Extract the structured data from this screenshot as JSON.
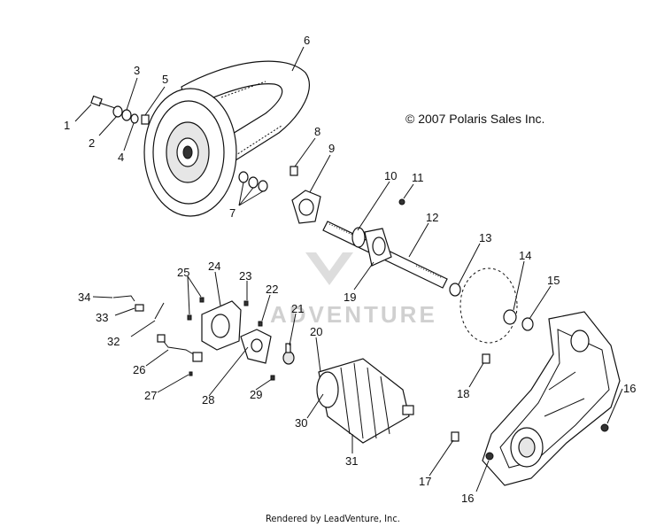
{
  "copyright": "© 2007 Polaris Sales Inc.",
  "footer": "Rendered by LeadVenture, Inc.",
  "watermark": "ADVENTURE",
  "callouts": [
    "1",
    "2",
    "3",
    "4",
    "5",
    "6",
    "7",
    "8",
    "9",
    "10",
    "11",
    "12",
    "13",
    "14",
    "15",
    "16",
    "16",
    "17",
    "18",
    "19",
    "20",
    "21",
    "22",
    "23",
    "24",
    "25",
    "26",
    "27",
    "28",
    "29",
    "30",
    "31",
    "32",
    "33",
    "34"
  ]
}
